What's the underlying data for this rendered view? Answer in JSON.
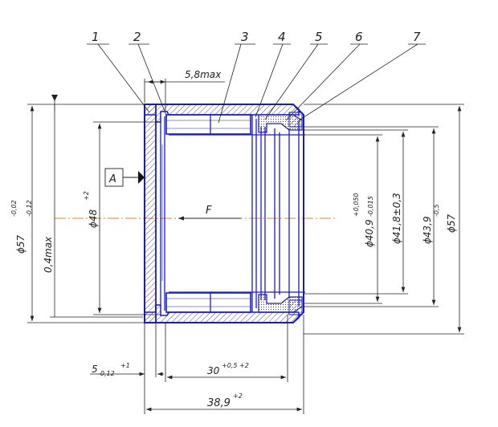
{
  "leaders": [
    "1",
    "2",
    "3",
    "4",
    "5",
    "6",
    "7"
  ],
  "dims": {
    "width_max": "5,8max",
    "outer_dia_left_base": "ϕ57",
    "outer_dia_left_tol_upper": "-0,02",
    "outer_dia_left_tol_lower": "-0,12",
    "runout": "0,4max",
    "bore": "ϕ48",
    "bore_tol": "+2",
    "roller_dia_base": "ϕ40,9",
    "roller_dia_tol_upper": "+0,050",
    "roller_dia_tol_lower": "-0,015",
    "d_418": "ϕ41,8±0,3",
    "d_439_base": "ϕ43,9",
    "d_439_tol": "-0,5",
    "d_57_right": "ϕ57",
    "flange_base": "5",
    "flange_tol_lower": "-0,12",
    "flange_tol_upper": "+1",
    "inner_len_base": "30",
    "inner_len_tol_upper": "+0,5",
    "inner_len_tol_lower": "+2",
    "total_len_base": "38,9",
    "total_len_tol": "+2"
  },
  "datum": "A",
  "force": "F",
  "colors": {
    "outline": "#1a1acc",
    "axis": "#e08a1a",
    "dim": "#222222",
    "hatch": "#555555"
  }
}
